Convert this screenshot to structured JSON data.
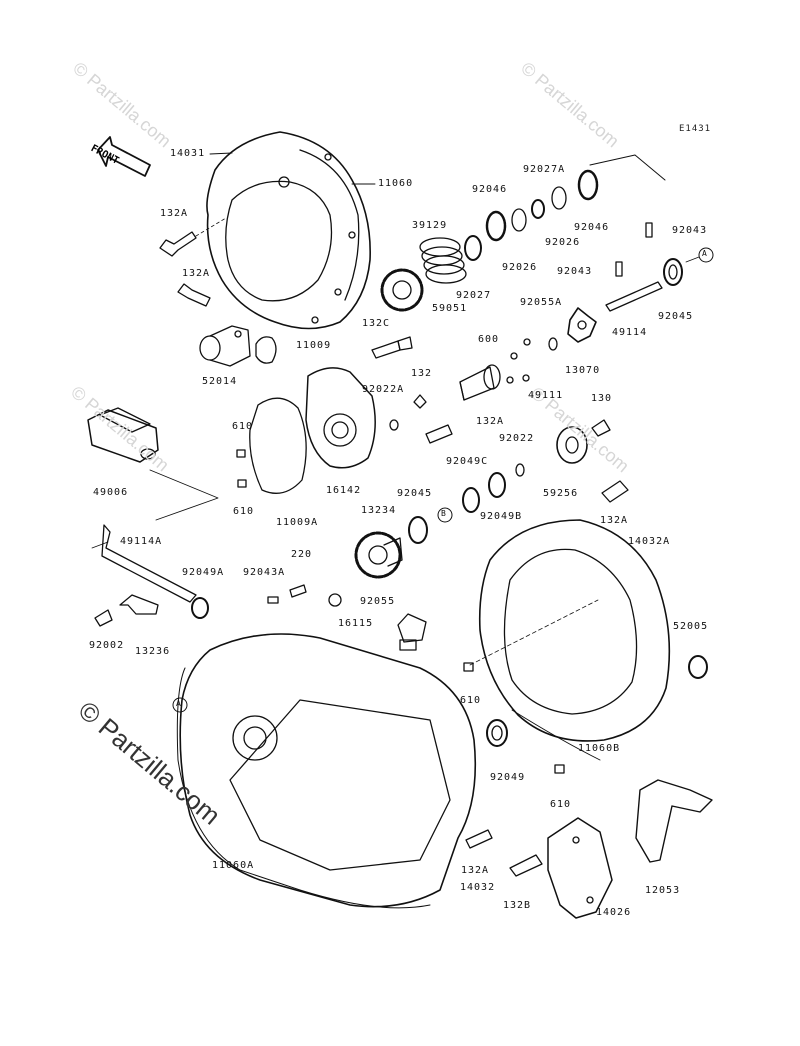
{
  "diagram_code": "E1431",
  "front_label": "FRONT",
  "watermark": "© Partzilla.com",
  "colors": {
    "line": "#111111",
    "watermark": "#d6d6d6"
  },
  "callouts": {
    "A": "A",
    "B": "B"
  },
  "part_labels": {
    "p14031": "14031",
    "p11060": "11060",
    "p132a_1": "132A",
    "p132a_2": "132A",
    "p39129": "39129",
    "p92046_1": "92046",
    "p92027a": "92027A",
    "p92046_2": "92046",
    "p92043_1": "92043",
    "p92026_1": "92026",
    "p92026_2": "92026",
    "p92027": "92027",
    "p92043_2": "92043",
    "p59051": "59051",
    "p92045_1": "92045",
    "p49114": "49114",
    "p132c": "132C",
    "p92055a": "92055A",
    "p11009": "11009",
    "p52014": "52014",
    "p600": "600",
    "p13070": "13070",
    "p92022a": "92022A",
    "p132_1": "132",
    "p49111": "49111",
    "p132a_3": "132A",
    "p130": "130",
    "p610_1": "610",
    "p49006": "49006",
    "p92022": "92022",
    "p92049c": "92049C",
    "p16142": "16142",
    "p92045_2": "92045",
    "p59256": "59256",
    "p610_2": "610",
    "p11009a": "11009A",
    "p92049b": "92049B",
    "p13234": "13234",
    "p132a_4": "132A",
    "p49114a": "49114A",
    "p14032a": "14032A",
    "p92049a": "92049A",
    "p92043a": "92043A",
    "p220": "220",
    "p92055": "92055",
    "p16115": "16115",
    "p52005": "52005",
    "p92002": "92002",
    "p13236": "13236",
    "p610_3": "610",
    "p92049": "92049",
    "p11060b": "11060B",
    "p610_4": "610",
    "p132a_5": "132A",
    "p11060a": "11060A",
    "p14032": "14032",
    "p132b": "132B",
    "p12053": "12053",
    "p14026": "14026"
  }
}
